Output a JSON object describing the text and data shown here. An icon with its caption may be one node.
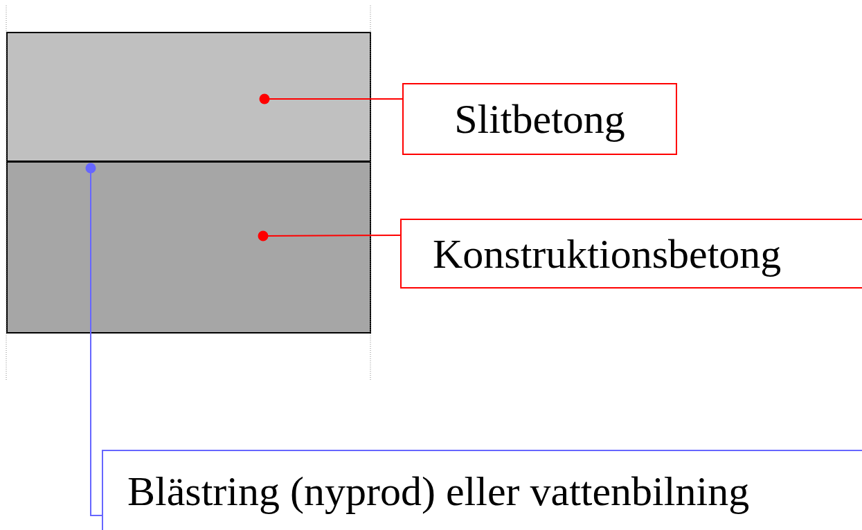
{
  "diagram": {
    "nodes": [
      {
        "text": [],
        "shape": "box"
      },
      {
        "text": [],
        "shape": "box"
      },
      {
        "text": [
          "Slitbetong"
        ]
      },
      {
        "text": [
          "Konstruktionsbetong"
        ]
      },
      {
        "text": [
          "Blästring (nyprod) eller vattenbilning"
        ]
      }
    ],
    "edges": [
      {
        "from": 2,
        "to": 0,
        "arrow": "other"
      },
      {
        "from": 3,
        "to": 1,
        "arrow": "other"
      },
      {
        "from": 4,
        "to": 1,
        "arrow": "other",
        "color": "#6666ff"
      }
    ]
  }
}
